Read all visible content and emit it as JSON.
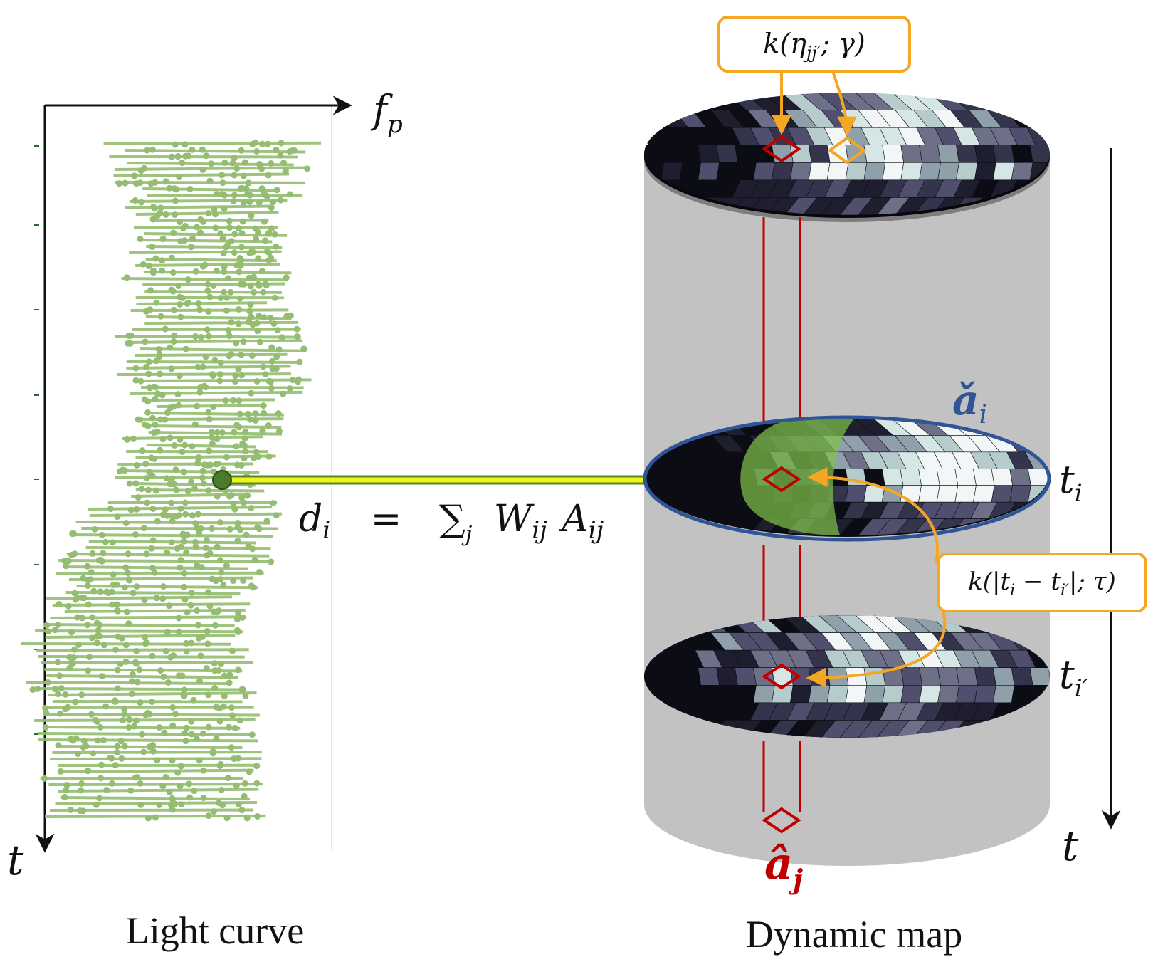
{
  "axes": {
    "fp_label": "f",
    "fp_sub": "p",
    "t_left": "t",
    "t_right": "t"
  },
  "light_curve": {
    "caption": "Light curve",
    "color": "#94bd72",
    "highlight_color": "#4a7a2a"
  },
  "dynamic_map": {
    "caption": "Dynamic map",
    "cylinder_color": "#c2c2c2",
    "pixel_palette": [
      "#0c0c14",
      "#1e1e2e",
      "#34344c",
      "#50506e",
      "#6e7088",
      "#8fa0ab",
      "#b6cccc",
      "#d6e6e4",
      "#f2f6f6"
    ]
  },
  "equation": {
    "d": "d",
    "d_sub": "i",
    "equals": "=",
    "sum": "∑",
    "sum_sub": "j",
    "W": "W",
    "W_sub": "ij",
    "A": "A",
    "A_sub": "ij"
  },
  "labels": {
    "a_check": "ǎ",
    "a_check_sub": "i",
    "a_hat": "â",
    "a_hat_sub": "j",
    "t_i": "t",
    "t_i_sub": "i",
    "t_ip": "t",
    "t_ip_sub": "i′"
  },
  "kernels": {
    "spatial": "k(η",
    "spatial_sub": "jj′",
    "spatial_rest": "; γ)",
    "temporal": "k(|t",
    "temporal_sub1": "i",
    "temporal_mid": " − t",
    "temporal_sub2": "i′",
    "temporal_rest": "|; τ)"
  },
  "colors": {
    "orange": "#f5a623",
    "red": "#c00000",
    "blue": "#2f5597",
    "yellow": "#f3f31c",
    "arrow_green": "#4f8a2b"
  }
}
